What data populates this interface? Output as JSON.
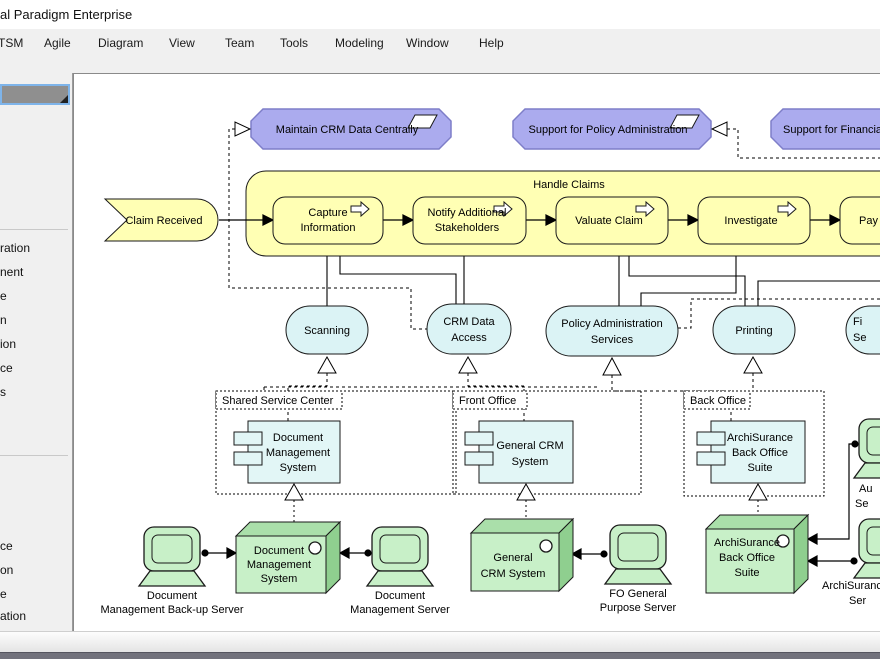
{
  "window": {
    "title": "al Paradigm Enterprise"
  },
  "menu": {
    "items": [
      {
        "label": "TSM"
      },
      {
        "label": "Agile"
      },
      {
        "label": "Diagram"
      },
      {
        "label": "View"
      },
      {
        "label": "Team"
      },
      {
        "label": "Tools"
      },
      {
        "label": "Modeling"
      },
      {
        "label": "Window"
      },
      {
        "label": "Help"
      }
    ]
  },
  "sidebar": {
    "group1": [
      {
        "label": "ration"
      },
      {
        "label": "nent"
      },
      {
        "label": "e"
      },
      {
        "label": "n"
      },
      {
        "label": "ion"
      },
      {
        "label": "ce"
      },
      {
        "label": "s"
      }
    ],
    "group2": [
      {
        "label": "ce"
      },
      {
        "label": "on"
      },
      {
        "label": "e"
      },
      {
        "label": "ation"
      }
    ]
  },
  "colors": {
    "requirement_fill": "#ABABEE",
    "requirement_border": "#7E7EC8",
    "process_fill": "#FFFFB4",
    "service_fill": "#DBF3F5",
    "component_fill": "#E2F6F6",
    "node_front": "#C8F0C8",
    "node_top": "#AADFAA",
    "node_side": "#8FCF8F",
    "selection": "#7EB4EA",
    "line": "#000000"
  },
  "icons": {
    "requirement": "parallelogram-icon",
    "process": "open-arrow-icon",
    "node": "sphere-icon",
    "palette_header": "corner-grip-icon"
  },
  "diagram": {
    "requirements": [
      {
        "label": "Maintain CRM Data Centrally"
      },
      {
        "label": "Support for Policy Administration"
      },
      {
        "label": "Support for Financial"
      }
    ],
    "event": {
      "label": "Claim Received"
    },
    "process_group": {
      "label": "Handle Claims"
    },
    "processes": [
      {
        "l1": "Capture",
        "l2": "Information"
      },
      {
        "l1": "Notify Additional",
        "l2": "Stakeholders"
      },
      {
        "l1": "Valuate Claim"
      },
      {
        "l1": "Investigate"
      },
      {
        "l1": "Pay"
      }
    ],
    "services": [
      {
        "l1": "Scanning"
      },
      {
        "l1": "CRM Data",
        "l2": "Access"
      },
      {
        "l1": "Policy Administration",
        "l2": "Services"
      },
      {
        "l1": "Printing"
      },
      {
        "l1": "Fi",
        "l2": "Se"
      }
    ],
    "groups": [
      {
        "label": "Shared Service Center"
      },
      {
        "label": "Front Office"
      },
      {
        "label": "Back Office"
      }
    ],
    "components": [
      {
        "l1": "Document",
        "l2": "Management",
        "l3": "System"
      },
      {
        "l1": "General CRM",
        "l2": "System"
      },
      {
        "l1": "ArchiSurance",
        "l2": "Back Office",
        "l3": "Suite"
      }
    ],
    "nodes": [
      {
        "l1": "Document",
        "l2": "Management",
        "l3": "System"
      },
      {
        "l1": "General",
        "l2": "CRM System"
      },
      {
        "l1": "ArchiSurance",
        "l2": "Back Office",
        "l3": "Suite"
      }
    ],
    "devices": [
      {
        "l1": "Document",
        "l2": "Management Back-up Server"
      },
      {
        "l1": "Document",
        "l2": "Management Server"
      },
      {
        "l1": "FO General",
        "l2": "Purpose Server"
      },
      {
        "l1": "Au",
        "l2": "Se"
      },
      {
        "l1": "ArchiSuranc",
        "l2": "Ser"
      }
    ]
  }
}
